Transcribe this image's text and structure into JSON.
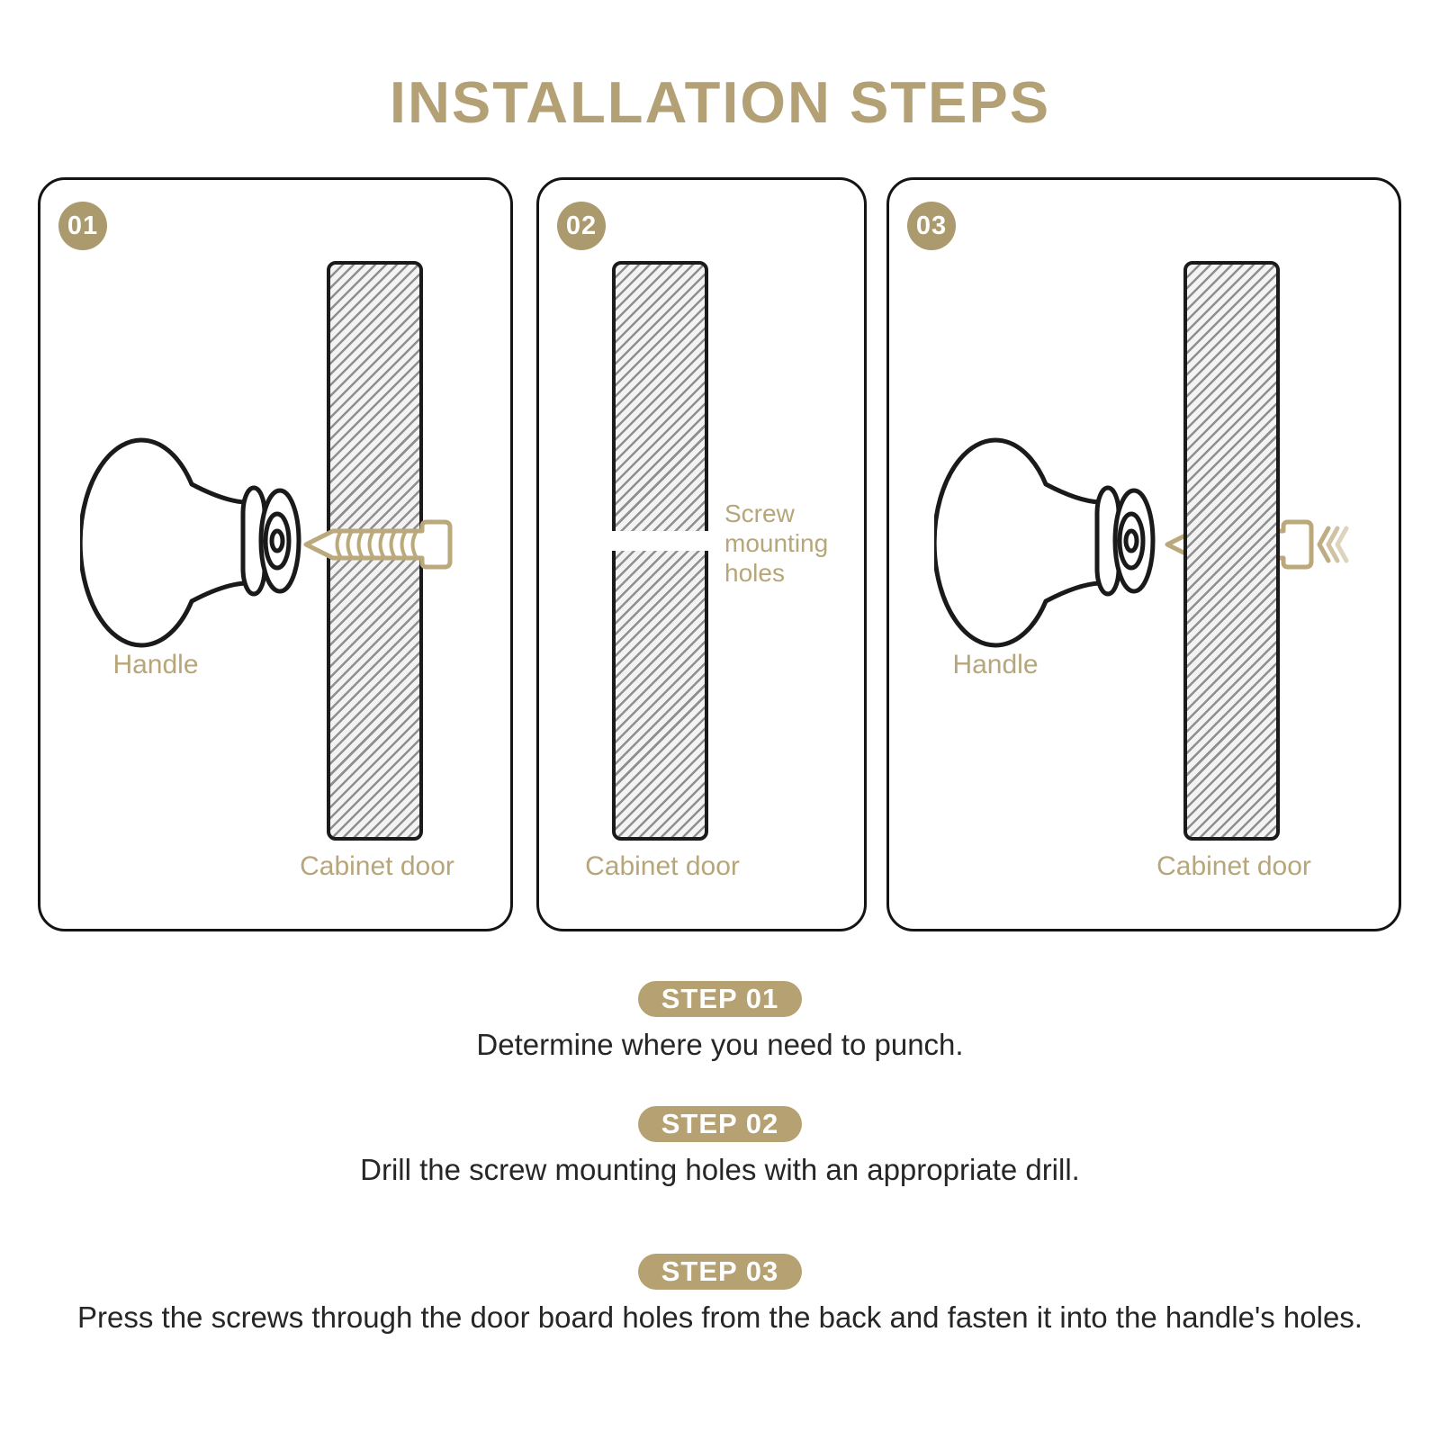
{
  "title": "INSTALLATION STEPS",
  "colors": {
    "accent": "#b3a074",
    "badge": "#ab9a6e",
    "pill": "#b5a172",
    "label": "#b7a67a",
    "screw": "#bba97c",
    "outline": "#1a1a1a",
    "text": "#262626",
    "hatch_line": "#8f8f8f"
  },
  "panels": [
    {
      "number": "01",
      "handle_label": "Handle",
      "door_label": "Cabinet door"
    },
    {
      "number": "02",
      "hole_label": "Screw mounting holes",
      "door_label": "Cabinet door"
    },
    {
      "number": "03",
      "handle_label": "Handle",
      "door_label": "Cabinet door"
    }
  ],
  "steps": [
    {
      "badge": "STEP 01",
      "description": "Determine where you need to punch."
    },
    {
      "badge": "STEP 02",
      "description": "Drill the screw mounting holes with an appropriate drill."
    },
    {
      "badge": "STEP 03",
      "description": "Press the screws through the door board holes from the back and fasten it into the handle's holes."
    }
  ]
}
